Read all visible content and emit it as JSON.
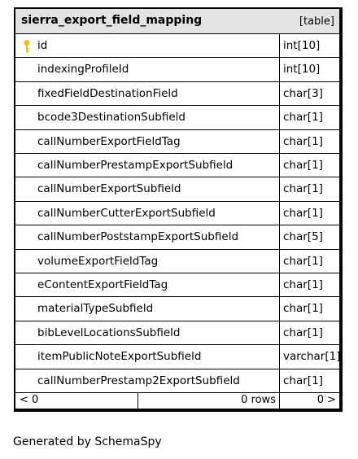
{
  "table": {
    "name": "sierra_export_field_mapping",
    "kind": "[table]",
    "columns": [
      {
        "name": "id",
        "type": "int[10]",
        "primary_key": true
      },
      {
        "name": "indexingProfileId",
        "type": "int[10]"
      },
      {
        "name": "fixedFieldDestinationField",
        "type": "char[3]"
      },
      {
        "name": "bcode3DestinationSubfield",
        "type": "char[1]"
      },
      {
        "name": "callNumberExportFieldTag",
        "type": "char[1]"
      },
      {
        "name": "callNumberPrestampExportSubfield",
        "type": "char[1]"
      },
      {
        "name": "callNumberExportSubfield",
        "type": "char[1]"
      },
      {
        "name": "callNumberCutterExportSubfield",
        "type": "char[1]"
      },
      {
        "name": "callNumberPoststampExportSubfield",
        "type": "char[5]"
      },
      {
        "name": "volumeExportFieldTag",
        "type": "char[1]"
      },
      {
        "name": "eContentExportFieldTag",
        "type": "char[1]"
      },
      {
        "name": "materialTypeSubfield",
        "type": "char[1]"
      },
      {
        "name": "bibLevelLocationsSubfield",
        "type": "char[1]"
      },
      {
        "name": "itemPublicNoteExportSubfield",
        "type": "varchar[1]"
      },
      {
        "name": "callNumberPrestamp2ExportSubfield",
        "type": "char[1]"
      }
    ],
    "footer": {
      "left": "< 0",
      "rows": "0 rows",
      "right": "0 >"
    }
  },
  "icons": {
    "primary_key": "key-icon",
    "key_color": "#e8c31a"
  },
  "generated_by": "Generated by SchemaSpy"
}
